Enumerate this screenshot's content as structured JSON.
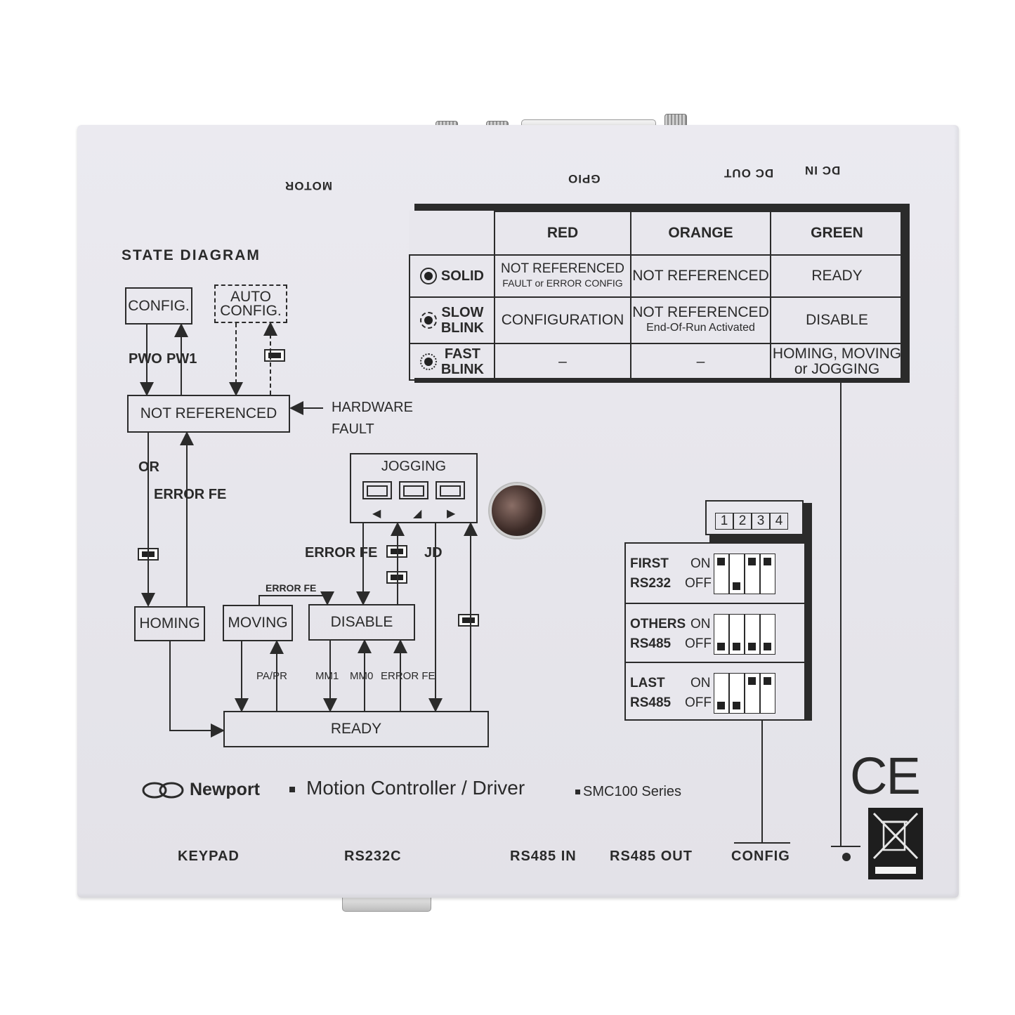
{
  "connectors_top": {
    "motor": "MOTOR",
    "gpio": "GPIO",
    "dc_out": "DC OUT",
    "dc_in": "DC IN"
  },
  "state_diagram": {
    "title": "STATE DIAGRAM",
    "config": "CONFIG.",
    "auto_config_1": "AUTO",
    "auto_config_2": "CONFIG.",
    "pw0": "PWO",
    "pw1": "PW1",
    "not_referenced": "NOT REFERENCED",
    "hardware": "HARDWARE",
    "fault": "FAULT",
    "or": "OR",
    "error_fe_left": "ERROR FE",
    "jogging": "JOGGING",
    "error_fe_mid": "ERROR FE",
    "jd": "JD",
    "error_fe_small": "ERROR FE",
    "homing": "HOMING",
    "moving": "MOVING",
    "disable": "DISABLE",
    "pa_pr": "PA/PR",
    "mm1": "MM1",
    "mm0": "MM0",
    "error_fe_bottom": "ERROR FE",
    "ready": "READY"
  },
  "led_table": {
    "headers": [
      "RED",
      "ORANGE",
      "GREEN"
    ],
    "rows": [
      {
        "label": "SOLID",
        "red": "NOT REFERENCED",
        "red_sub": "FAULT or ERROR CONFIG",
        "orange": "NOT REFERENCED",
        "orange_sub": "",
        "green": "READY"
      },
      {
        "label_1": "SLOW",
        "label_2": "BLINK",
        "red": "CONFIGURATION",
        "orange": "NOT REFERENCED",
        "orange_sub": "End-Of-Run Activated",
        "green": "DISABLE"
      },
      {
        "label_1": "FAST",
        "label_2": "BLINK",
        "red": "–",
        "orange": "–",
        "green_1": "HOMING, MOVING",
        "green_2": "or JOGGING"
      }
    ]
  },
  "dip": {
    "numbers": [
      "1",
      "2",
      "3",
      "4"
    ],
    "on": "ON",
    "off": "OFF",
    "groups": [
      {
        "l1": "FIRST",
        "l2": "RS232",
        "states": [
          "on",
          "off",
          "on",
          "on"
        ]
      },
      {
        "l1": "OTHERS",
        "l2": "RS485",
        "states": [
          "off",
          "off",
          "off",
          "off"
        ]
      },
      {
        "l1": "LAST",
        "l2": "RS485",
        "states": [
          "off",
          "off",
          "on",
          "on"
        ]
      }
    ]
  },
  "branding": {
    "brand": "Newport",
    "product": "Motion Controller / Driver",
    "series": "SMC100 Series",
    "ce": "CE"
  },
  "ports_bottom": {
    "keypad": "KEYPAD",
    "rs232c": "RS232C",
    "rs485_in": "RS485 IN",
    "rs485_out": "RS485 OUT",
    "config": "CONFIG"
  }
}
